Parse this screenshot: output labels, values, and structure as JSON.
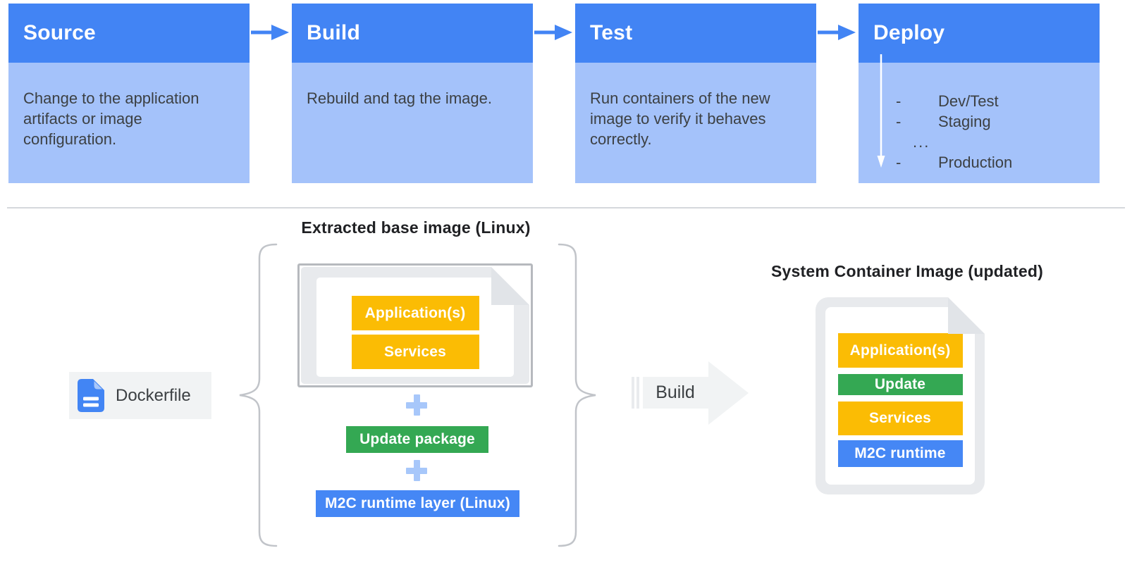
{
  "pipeline": {
    "stages": [
      {
        "title": "Source",
        "description": "Change to the application artifacts or image configuration."
      },
      {
        "title": "Build",
        "description": "Rebuild and tag the image."
      },
      {
        "title": "Test",
        "description": "Run containers of the new image to verify it behaves correctly."
      },
      {
        "title": "Deploy",
        "items": [
          {
            "bullet": "-",
            "label": "Dev/Test"
          },
          {
            "bullet": "-",
            "label": "Staging"
          },
          {
            "bullet": "",
            "label": "..."
          },
          {
            "bullet": "-",
            "label": "Production"
          }
        ]
      }
    ]
  },
  "flow": {
    "dockerfile_label": "Dockerfile",
    "base_image": {
      "title": "Extracted base image (Linux)",
      "layers": [
        "Application(s)",
        "Services"
      ]
    },
    "additions": [
      {
        "label": "Update package"
      },
      {
        "label": "M2C runtime layer (Linux)"
      }
    ],
    "build_label": "Build",
    "result": {
      "title": "System Container Image (updated)",
      "layers": [
        "Application(s)",
        "Update",
        "Services",
        "M2C runtime"
      ]
    }
  },
  "icons": {
    "stage_arrow": "right-arrow",
    "deploy_arrow": "down-arrow-white",
    "dockerfile_icon": "blue-document",
    "plus": "+",
    "brace": "curly-brace",
    "build_arrow": "large-right-arrow"
  },
  "colors": {
    "stage_header_blue": "#4284F4",
    "stage_body_blue": "#A4C2FA",
    "text_dark": "#3C4043",
    "title_dark": "#202124",
    "yellow": "#FBBC04",
    "green": "#34A853",
    "blue": "#4587F5",
    "light_blue_plus": "#A7C7FA",
    "doc_gray": "#E8EAED",
    "chip_gray": "#F1F3F4",
    "divider_gray": "#D5D8DC"
  }
}
